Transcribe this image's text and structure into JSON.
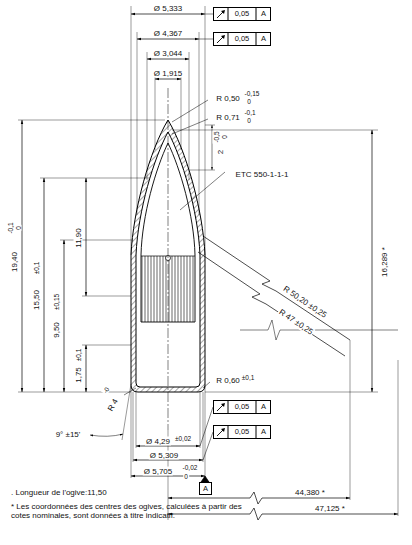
{
  "diagram": {
    "nodes": [
      {
        "text": [
          "0,05",
          "A"
        ]
      },
      {
        "text": [
          "0,05",
          "A"
        ]
      },
      {
        "text": [
          "0,05",
          "A"
        ]
      },
      {
        "text": [
          "0,05",
          "A"
        ]
      },
      {
        "text": [
          "A"
        ]
      }
    ],
    "labels": [
      "Ø 5,333",
      "Ø 4,367",
      "Ø 3,044",
      "Ø 1,915",
      "R 0,50",
      "-0,15",
      "0",
      "R 0,71",
      "-0,1",
      "0",
      "2",
      "-0,5",
      "0",
      "ETC 550-1-1-1",
      "16,289 *",
      "R 50,20 ±0,25",
      "R 47 ±0,25",
      "19,40",
      "-0,1",
      "0",
      "15,50",
      "±0,1",
      "11,90",
      "9,50",
      "±0,15",
      "1,75",
      "±0,1",
      "R 0,60",
      "±0,1",
      "R 4",
      "-0",
      "9° ±15'",
      "Ø 4,29",
      "±0,02",
      "Ø 5,309",
      "Ø 5,705",
      "-0,02",
      "0",
      "44,380 *",
      "47,125 *",
      ". Longueur de l'ogive:11,50",
      "* Les coordonnées des centres des ogives, calculées à partir des cotes nominales, sont données à titre indicatif."
    ]
  }
}
